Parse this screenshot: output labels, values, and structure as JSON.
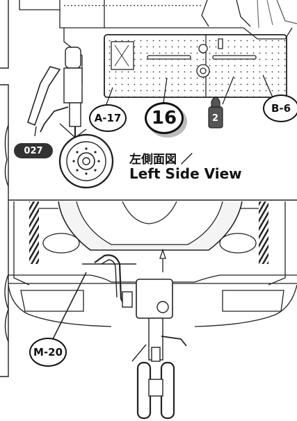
{
  "callouts": {
    "a17": "A-17",
    "b6": "B-6",
    "m20": "M-20",
    "part027": "027"
  },
  "step_number": "16",
  "paint": {
    "number": "2"
  },
  "view_title": {
    "jp": "左側面図 ／",
    "en": "Left Side View"
  }
}
